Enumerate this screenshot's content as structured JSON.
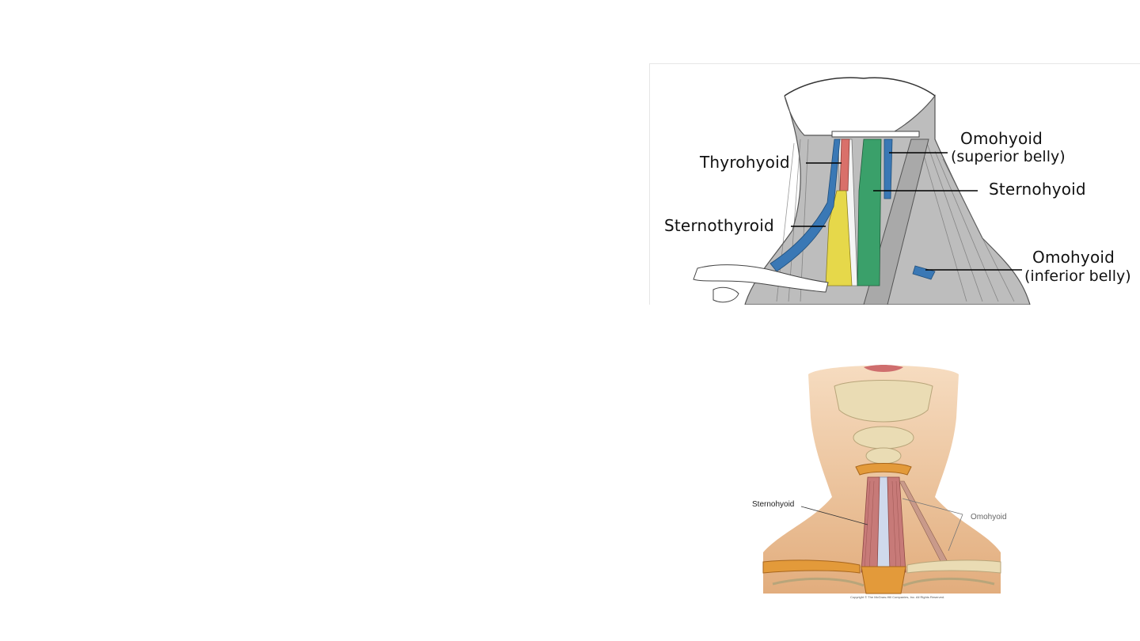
{
  "top_figure": {
    "labels": {
      "thyrohyoid": "Thyrohyoid",
      "sternothyroid": "Sternothyroid",
      "omohyoid_superior_title": "Omohyoid",
      "omohyoid_superior_sub": "(superior belly)",
      "sternohyoid": "Sternohyoid",
      "omohyoid_inferior_title": "Omohyoid",
      "omohyoid_inferior_sub": "(inferior belly)"
    },
    "colors": {
      "thyrohyoid": "#d9706a",
      "sternothyroid": "#e6d84a",
      "sternohyoid": "#3aa06a",
      "omohyoid": "#3a78b5",
      "muscle_gray": "#8a8a8a"
    }
  },
  "bottom_figure": {
    "labels": {
      "sternohyoid": "Sternohyoid",
      "omohyoid": "Omohyoid"
    },
    "copyright": "Copyright © The McGraw-Hill Companies, Inc. All Rights Reserved.",
    "colors": {
      "skin": "#e7b98a",
      "bone": "#eadcb4",
      "muscle": "#c77a78"
    }
  }
}
